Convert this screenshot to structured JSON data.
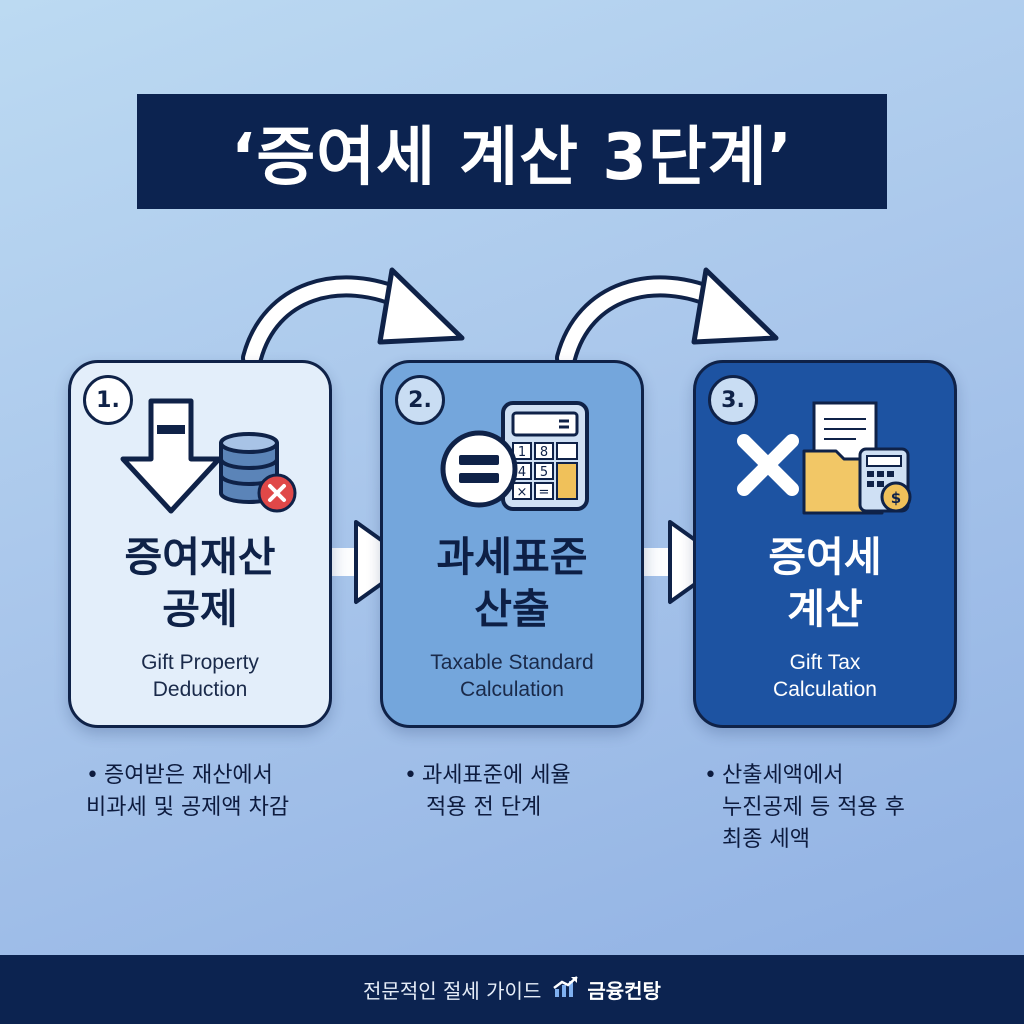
{
  "title": "‘증여세 계산 3단계’",
  "steps": [
    {
      "number": "1.",
      "title_line1": "증여재산",
      "title_line2": "공제",
      "subtitle_line1": "Gift Property",
      "subtitle_line2": "Deduction",
      "icon": "minus-arrow-coins-icon",
      "bullet_line1": "증여받은 재산에서",
      "bullet_line2": "비과세 및 공제액 차감"
    },
    {
      "number": "2.",
      "title_line1": "과세표준",
      "title_line2": "산출",
      "subtitle_line1": "Taxable Standard",
      "subtitle_line2": "Calculation",
      "icon": "equals-calculator-icon",
      "calc_keys": [
        "1",
        "8",
        "4",
        "5",
        "×",
        "="
      ],
      "bullet_line1": "과세표준에 세율",
      "bullet_line2": "적용 전 단계"
    },
    {
      "number": "3.",
      "title_line1": "증여세",
      "title_line2": "계산",
      "subtitle_line1": "Gift Tax",
      "subtitle_line2": "Calculation",
      "icon": "multiply-folder-calculator-icon",
      "bullet_line1": "산출세액에서",
      "bullet_line2": "누진공제 등 적용 후",
      "bullet_line3": "최종 세액"
    }
  ],
  "footer": {
    "text": "전문적인 절세 가이드",
    "brand": "금융컨탕"
  },
  "colors": {
    "navy": "#0c2350",
    "card1": "#e3eefa",
    "card2": "#74a6dc",
    "card3": "#1d53a2"
  }
}
